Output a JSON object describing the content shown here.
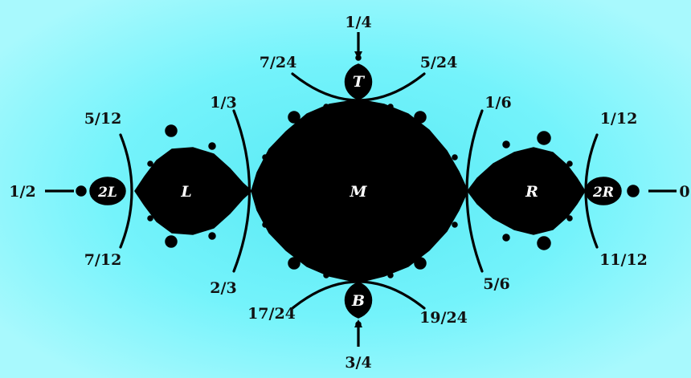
{
  "colors": {
    "background": "#78f4fb",
    "set": "#000000",
    "label_text": "#111111",
    "region_text": "#ffffff"
  },
  "regions": {
    "M": "M",
    "L": "L",
    "R": "R",
    "T": "T",
    "B": "B",
    "L2": "2L",
    "R2": "2R"
  },
  "angles": {
    "a0": "0",
    "a1_12": "1/12",
    "a11_12": "11/12",
    "a1_6": "1/6",
    "a5_6": "5/6",
    "a1_4": "1/4",
    "a3_4": "3/4",
    "a5_24": "5/24",
    "a7_24": "7/24",
    "a17_24": "17/24",
    "a19_24": "19/24",
    "a1_3": "1/3",
    "a2_3": "2/3",
    "a5_12": "5/12",
    "a7_12": "7/12",
    "a1_2": "1/2"
  }
}
